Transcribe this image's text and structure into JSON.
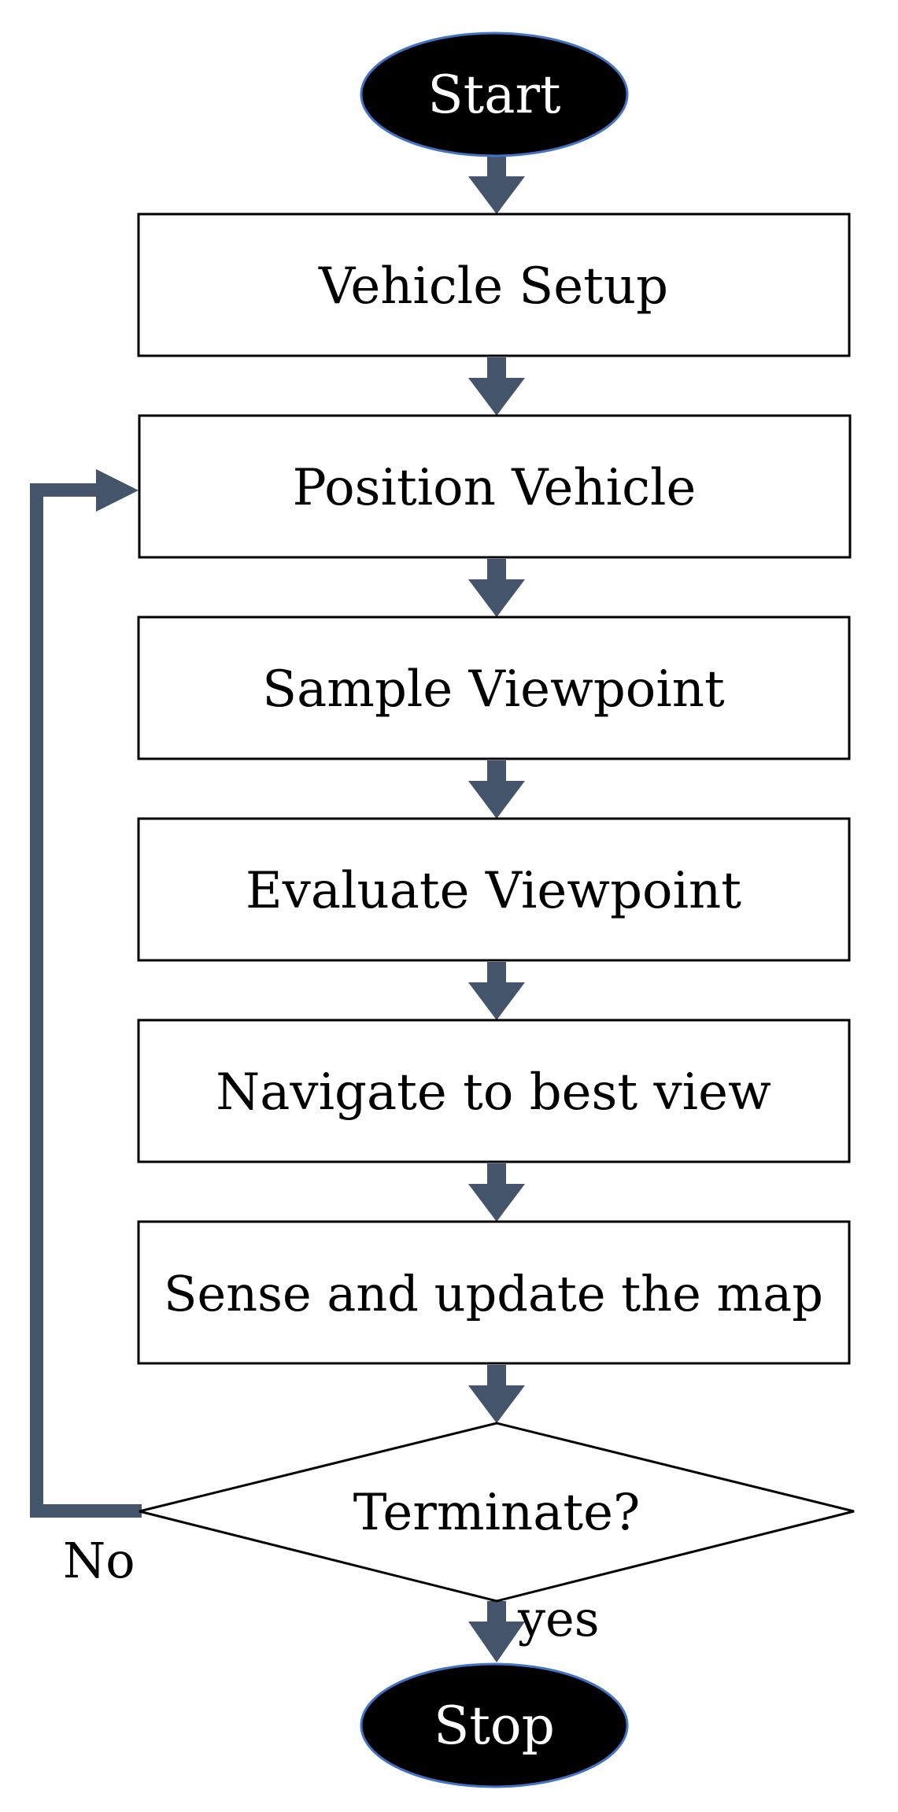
{
  "flowchart": {
    "start": "Start",
    "steps": [
      "Vehicle Setup",
      "Position Vehicle",
      "Sample Viewpoint",
      "Evaluate Viewpoint",
      "Navigate to best view",
      "Sense and update the map"
    ],
    "decision": "Terminate?",
    "yes_label": "yes",
    "no_label": "No",
    "stop": "Stop"
  },
  "colors": {
    "arrow": "#44546a",
    "terminal_fill": "#000000",
    "terminal_stroke": "#4472c4",
    "box_stroke": "#000000"
  }
}
